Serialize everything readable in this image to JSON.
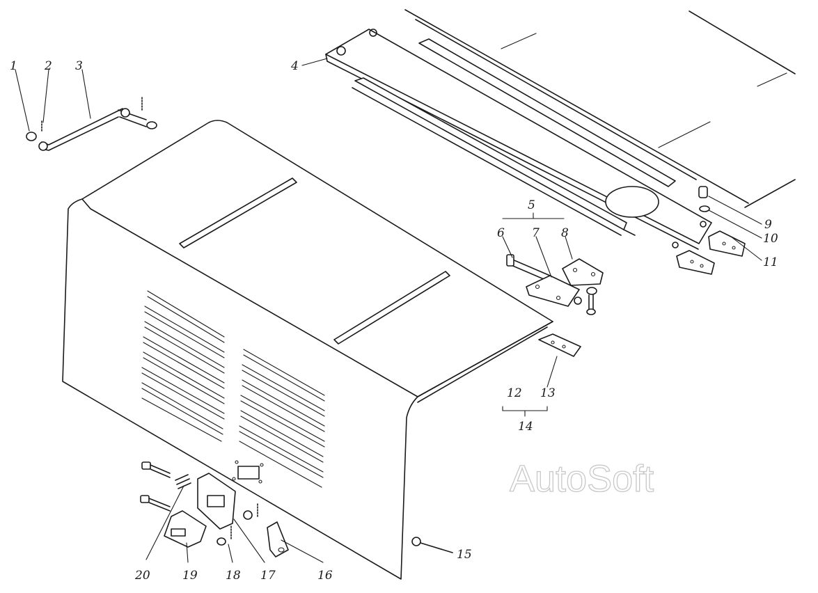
{
  "diagram": {
    "callouts": [
      {
        "id": "1",
        "text": "1"
      },
      {
        "id": "2",
        "text": "2"
      },
      {
        "id": "3",
        "text": "3"
      },
      {
        "id": "4",
        "text": "4"
      },
      {
        "id": "5",
        "text": "5"
      },
      {
        "id": "6",
        "text": "6"
      },
      {
        "id": "7",
        "text": "7"
      },
      {
        "id": "8",
        "text": "8"
      },
      {
        "id": "9",
        "text": "9"
      },
      {
        "id": "10",
        "text": "10"
      },
      {
        "id": "11",
        "text": "11"
      },
      {
        "id": "12",
        "text": "12"
      },
      {
        "id": "13",
        "text": "13"
      },
      {
        "id": "14",
        "text": "14"
      },
      {
        "id": "15",
        "text": "15"
      },
      {
        "id": "16",
        "text": "16"
      },
      {
        "id": "17",
        "text": "17"
      },
      {
        "id": "18",
        "text": "18"
      },
      {
        "id": "19",
        "text": "19"
      },
      {
        "id": "20",
        "text": "20"
      }
    ],
    "watermark": "AutoSoft"
  }
}
